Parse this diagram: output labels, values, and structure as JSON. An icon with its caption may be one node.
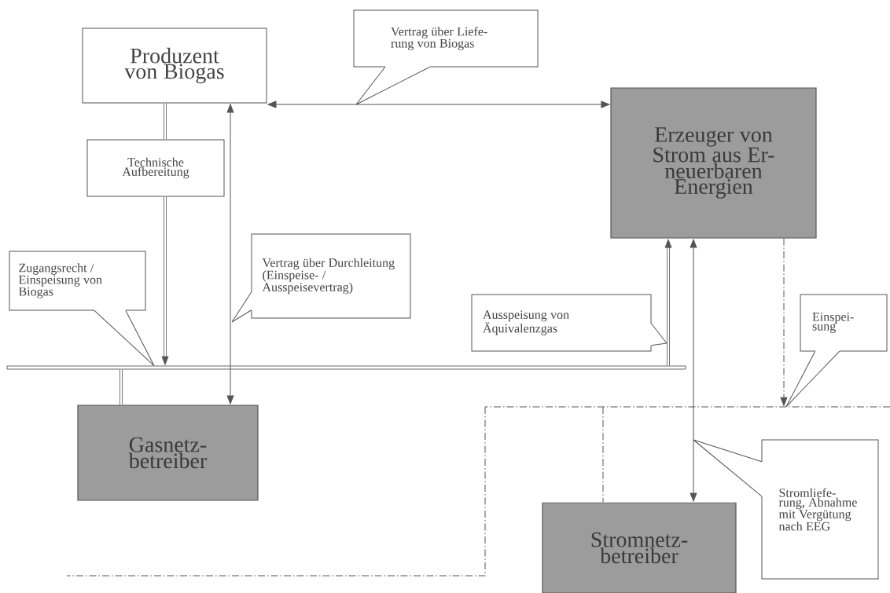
{
  "diagram": {
    "nodes": [
      {
        "text": [
          "Produzent von Biogas"
        ]
      },
      {
        "text": [
          "Vertrag über Liefe- rung von Biogas"
        ]
      },
      {
        "text": [
          "Technische Aufbereitung"
        ]
      },
      {
        "text": [
          "Erzeuger von Strom aus Er- neuerbaren Energien"
        ]
      },
      {
        "text": [
          "Vertrag über Durchleitung (Einspeise- / Ausspeisevertrag)"
        ]
      },
      {
        "text": [
          "Zugangsrecht / Einspeisung von Biogas"
        ]
      },
      {
        "text": [
          "Ausspeisung von Äquivalenzgas"
        ]
      },
      {
        "text": [
          "Einspei- sung"
        ]
      },
      {
        "text": [],
        "shape": "bar"
      },
      {
        "text": [],
        "shape": "line"
      },
      {
        "text": [
          "Gasnetz- betreiber"
        ]
      },
      {
        "text": [
          "Stromliefe- rung, Abnahme mit Vergütung nach EEG"
        ]
      },
      {
        "text": [
          "Stromnetz- betreiber"
        ]
      }
    ],
    "edges": [
      {
        "from": 0,
        "to": 3,
        "arrow": "both"
      },
      {
        "from": 1,
        "to": null,
        "arrow": "none"
      },
      {
        "from": 0,
        "to": 2,
        "arrow": "none",
        "style": "thick"
      },
      {
        "from": 2,
        "to": 8,
        "arrow": "to",
        "style": "thick"
      },
      {
        "from": 0,
        "to": 10,
        "arrow": "both"
      },
      {
        "from": 4,
        "to": null,
        "arrow": "none"
      },
      {
        "from": 5,
        "to": 8,
        "arrow": "none"
      },
      {
        "from": 8,
        "to": 10,
        "arrow": "none",
        "style": "thick"
      },
      {
        "from": 8,
        "to": 3,
        "arrow": "to",
        "style": "thick"
      },
      {
        "from": 6,
        "to": null,
        "arrow": "none"
      },
      {
        "from": 3,
        "to": 12,
        "arrow": "both"
      },
      {
        "from": 3,
        "to": 9,
        "arrow": "to",
        "style": "dashed"
      },
      {
        "from": 7,
        "to": 9,
        "arrow": "none"
      },
      {
        "from": 11,
        "to": null,
        "arrow": "none"
      },
      {
        "from": 9,
        "to": 12,
        "arrow": "none",
        "style": "dashed"
      }
    ]
  }
}
